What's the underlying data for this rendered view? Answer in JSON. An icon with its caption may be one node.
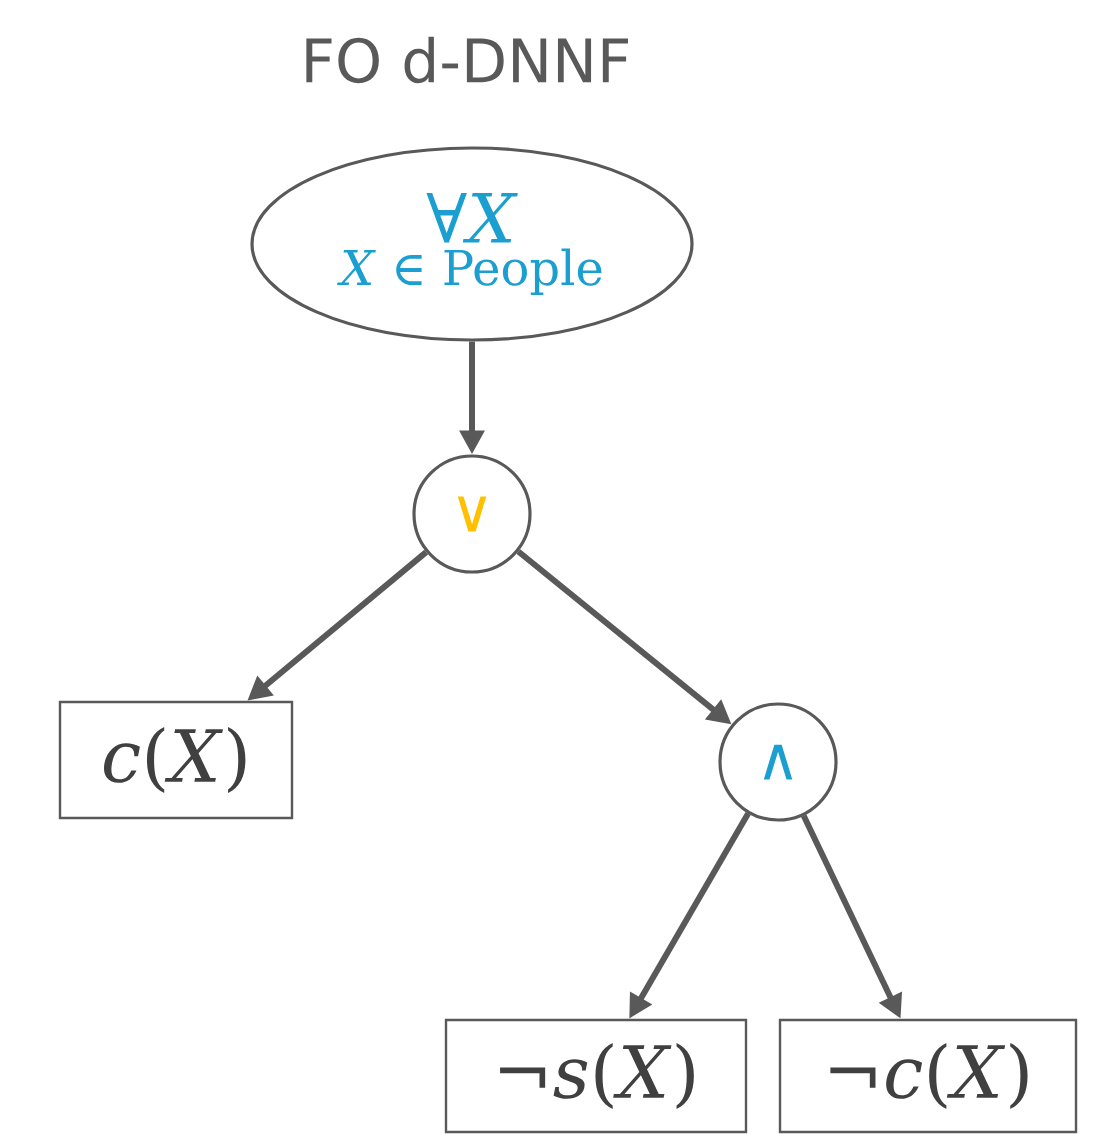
{
  "diagram": {
    "title": "FO d-DNNF",
    "nodes": [
      {
        "text": [
          "∀*X*",
          "*X* ∈ People"
        ]
      },
      {
        "text": [
          "∨"
        ]
      },
      {
        "text": [
          "*c*(*X*)"
        ]
      },
      {
        "text": [
          "∧"
        ]
      },
      {
        "text": [
          "¬*s*(*X*)"
        ]
      },
      {
        "text": [
          "¬*c*(*X*)"
        ]
      }
    ],
    "edges": [
      {
        "from": 0,
        "to": 1,
        "arrow": "to"
      },
      {
        "from": 1,
        "to": 2,
        "arrow": "to"
      },
      {
        "from": 1,
        "to": 3,
        "arrow": "to"
      },
      {
        "from": 3,
        "to": 4,
        "arrow": "to"
      },
      {
        "from": 3,
        "to": 5,
        "arrow": "to"
      }
    ]
  }
}
